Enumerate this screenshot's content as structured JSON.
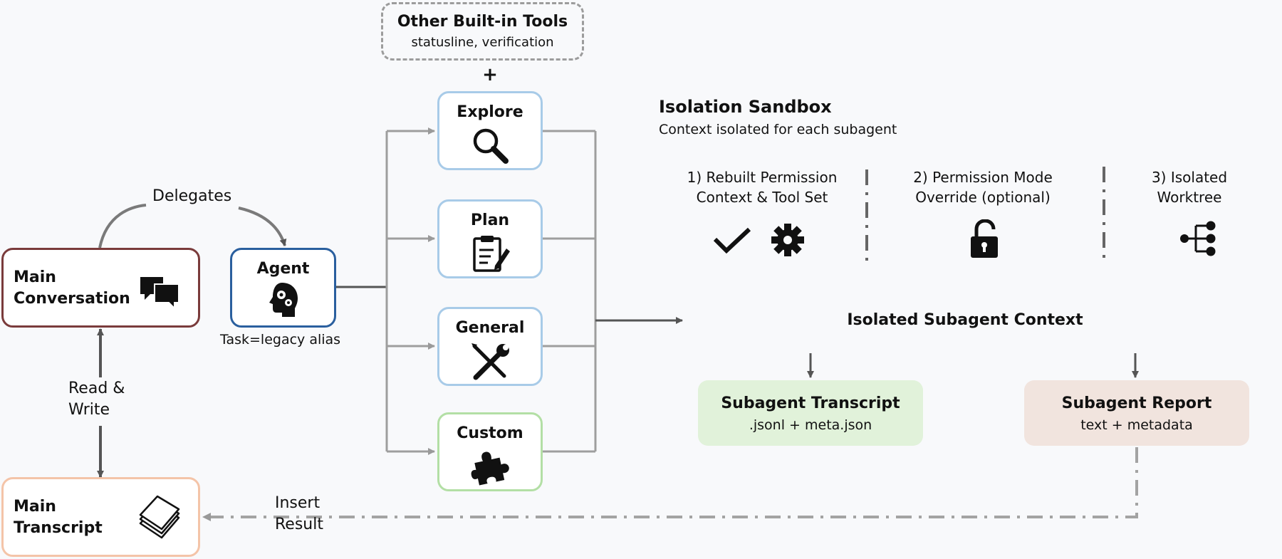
{
  "top_box": {
    "title": "Other Built-in Tools",
    "subtitle": "statusline, verification",
    "plus": "+"
  },
  "main_conversation": {
    "line1": "Main",
    "line2": "Conversation"
  },
  "main_transcript": {
    "line1": "Main",
    "line2": "Transcript"
  },
  "agent": {
    "title": "Agent",
    "caption": "Task=legacy alias"
  },
  "edges": {
    "delegates": "Delegates",
    "read_write_1": "Read &",
    "read_write_2": "Write",
    "insert_1": "Insert",
    "insert_2": "Result"
  },
  "subagents": [
    {
      "label": "Explore",
      "icon": "search-icon"
    },
    {
      "label": "Plan",
      "icon": "clipboard-icon"
    },
    {
      "label": "General",
      "icon": "tools-icon"
    },
    {
      "label": "Custom",
      "icon": "puzzle-icon"
    }
  ],
  "sandbox": {
    "title": "Isolation Sandbox",
    "subtitle": "Context isolated for each subagent",
    "features": [
      {
        "line1": "1) Rebuilt Permission",
        "line2": "Context & Tool Set"
      },
      {
        "line1": "2) Permission Mode",
        "line2": "Override (optional)"
      },
      {
        "line1": "3) Isolated",
        "line2": "Worktree"
      }
    ],
    "context_label": "Isolated Subagent Context"
  },
  "transcript_box": {
    "title": "Subagent Transcript",
    "subtitle": ".jsonl + meta.json"
  },
  "report_box": {
    "title": "Subagent Report",
    "subtitle": "text + metadata"
  },
  "colors": {
    "conversation_border": "#7a3b3b",
    "transcript_border": "#f4c4a8",
    "agent_border": "#2a5f9e",
    "subagent_border": "#a8cbe8",
    "custom_border": "#b3dfa5",
    "transcript_fill": "#e1f2da",
    "report_fill": "#f1e4de"
  }
}
